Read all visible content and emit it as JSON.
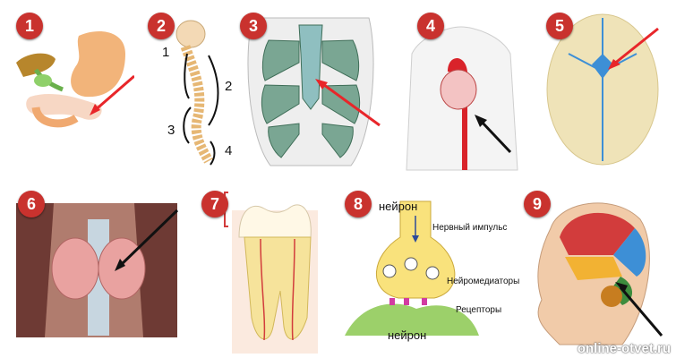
{
  "panels": [
    {
      "number": "1",
      "subject": "pancreas-icon"
    },
    {
      "number": "2",
      "subject": "spine-icon",
      "labels": [
        "1",
        "2",
        "3",
        "4"
      ]
    },
    {
      "number": "3",
      "subject": "ribcage-icon"
    },
    {
      "number": "4",
      "subject": "aorta-icon"
    },
    {
      "number": "5",
      "subject": "skull-top-icon"
    },
    {
      "number": "6",
      "subject": "thyroid-icon"
    },
    {
      "number": "7",
      "subject": "tooth-icon"
    },
    {
      "number": "8",
      "subject": "synapse-icon",
      "texts": {
        "neuron_top": "нейрон",
        "impulse": "Нервный импульс",
        "mediators": "Нейромедиаторы",
        "receptors": "Рецепторы",
        "neuron_bottom": "нейрон"
      }
    },
    {
      "number": "9",
      "subject": "brain-icon"
    }
  ],
  "watermark": "online-otvet.ru",
  "colors": {
    "badge": "#c9322e",
    "arrow_red": "#e8262a",
    "arrow_black": "#111111"
  }
}
